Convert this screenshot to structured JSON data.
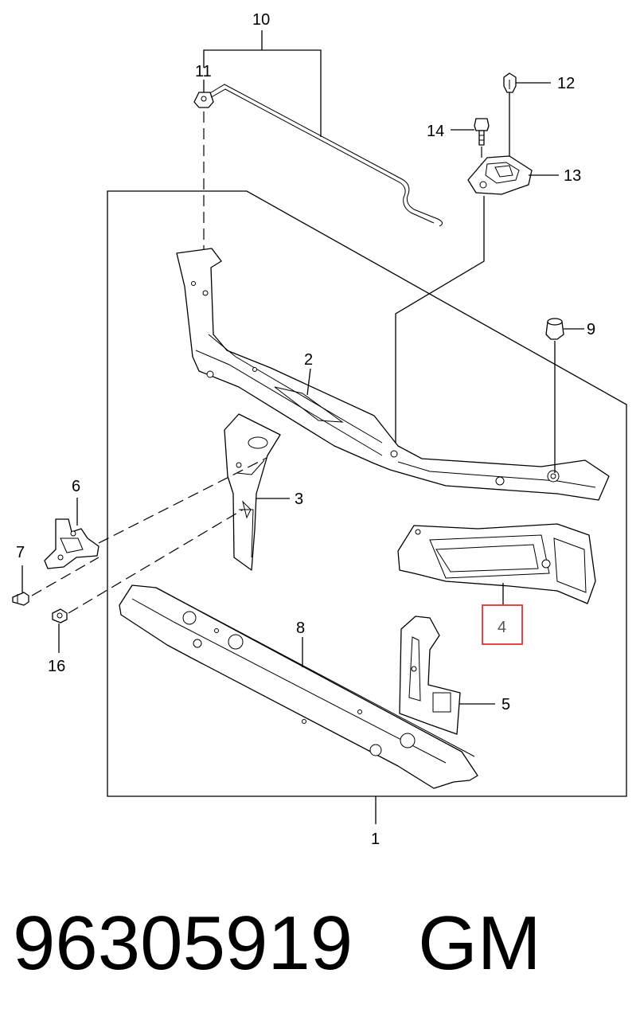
{
  "diagram": {
    "callouts": [
      {
        "id": "c1",
        "label": "1"
      },
      {
        "id": "c2",
        "label": "2"
      },
      {
        "id": "c3",
        "label": "3"
      },
      {
        "id": "c4",
        "label": "4",
        "highlighted": true,
        "highlight_color": "#e0342f"
      },
      {
        "id": "c5",
        "label": "5"
      },
      {
        "id": "c6",
        "label": "6"
      },
      {
        "id": "c7",
        "label": "7"
      },
      {
        "id": "c8",
        "label": "8"
      },
      {
        "id": "c9",
        "label": "9"
      },
      {
        "id": "c10",
        "label": "10"
      },
      {
        "id": "c11",
        "label": "11"
      },
      {
        "id": "c12",
        "label": "12"
      },
      {
        "id": "c13",
        "label": "13"
      },
      {
        "id": "c14",
        "label": "14"
      },
      {
        "id": "c16",
        "label": "16"
      }
    ]
  },
  "footer": {
    "part_number": "96305919",
    "brand": "GM"
  }
}
